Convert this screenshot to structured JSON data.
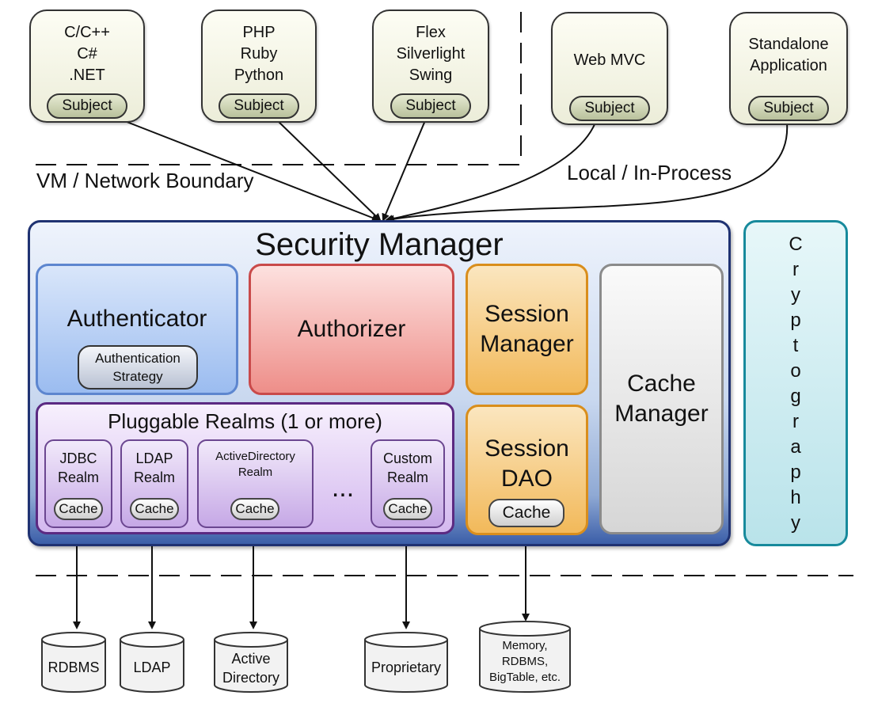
{
  "clients": [
    {
      "label": "C/C++\nC#\n.NET",
      "subject": "Subject"
    },
    {
      "label": "PHP\nRuby\nPython",
      "subject": "Subject"
    },
    {
      "label": "Flex\nSilverlight\nSwing",
      "subject": "Subject"
    },
    {
      "label": "Web MVC",
      "subject": "Subject"
    },
    {
      "label": "Standalone\nApplication",
      "subject": "Subject"
    }
  ],
  "boundaries": {
    "network": "VM / Network Boundary",
    "local": "Local / In-Process"
  },
  "security_manager": {
    "title": "Security Manager",
    "authenticator": {
      "label": "Authenticator",
      "strategy": "Authentication\nStrategy"
    },
    "authorizer": {
      "label": "Authorizer"
    },
    "session_manager": {
      "label": "Session\nManager"
    },
    "session_dao": {
      "label": "Session\nDAO",
      "cache": "Cache"
    },
    "cache_manager": {
      "label": "Cache\nManager"
    },
    "realms": {
      "title": "Pluggable Realms (1 or more)",
      "items": [
        {
          "label": "JDBC\nRealm",
          "cache": "Cache"
        },
        {
          "label": "LDAP\nRealm",
          "cache": "Cache"
        },
        {
          "label": "ActiveDirectory\nRealm",
          "cache": "Cache"
        },
        {
          "label": "Custom\nRealm",
          "cache": "Cache"
        }
      ],
      "ellipsis": "..."
    }
  },
  "cryptography": {
    "label": "Cryptography"
  },
  "datastores": [
    {
      "label": "RDBMS"
    },
    {
      "label": "LDAP"
    },
    {
      "label": "Active\nDirectory"
    },
    {
      "label": "Proprietary"
    },
    {
      "label": "Memory,\nRDBMS,\nBigTable, etc."
    }
  ],
  "colors": {
    "security_manager_border": "#1f3272",
    "authenticator": "#9bbcf0",
    "authorizer": "#ee8e89",
    "session": "#f2b95a",
    "cache_manager": "#d6d6d6",
    "realms": "#d4b9ef",
    "cryptography": "#178a9c"
  }
}
